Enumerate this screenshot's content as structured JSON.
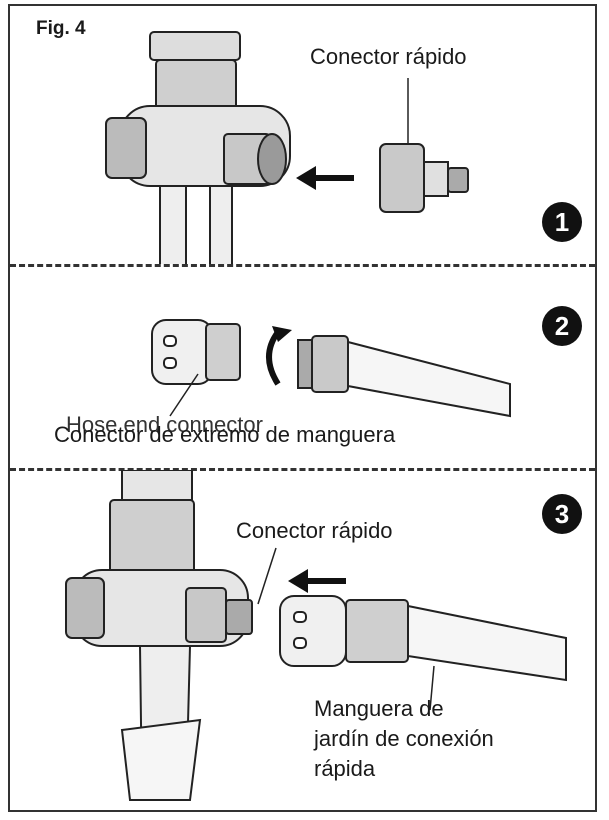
{
  "figure": {
    "title": "Fig. 4"
  },
  "panels": [
    {
      "step": "1",
      "label": "Conector rápido"
    },
    {
      "step": "2",
      "label_back": "Hose end connector",
      "label_front": "Conector de extremo de manguera"
    },
    {
      "step": "3",
      "label_top": "Conector rápido",
      "label_hose": [
        "Manguera de",
        "jardín de conexión",
        "rápida"
      ]
    }
  ],
  "icons": [
    "arrow-left-icon",
    "rotate-arrow-icon"
  ]
}
